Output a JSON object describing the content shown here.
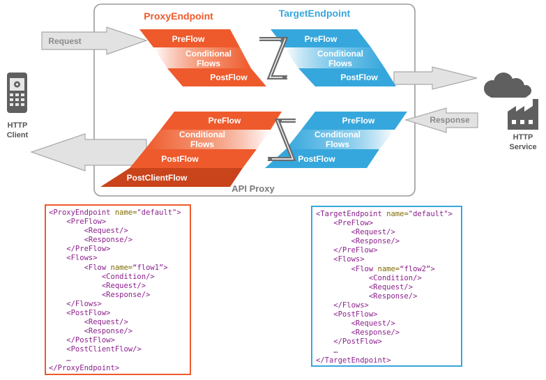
{
  "diagram": {
    "labels": {
      "proxy_endpoint": "ProxyEndpoint",
      "target_endpoint": "TargetEndpoint",
      "api_proxy": "API Proxy",
      "request": "Request",
      "response": "Response",
      "http_client": [
        "HTTP",
        "Client"
      ],
      "http_service": [
        "HTTP",
        "Service"
      ]
    },
    "proxy_request_flows": {
      "preflow": "PreFlow",
      "conditional": [
        "Conditional",
        "Flows"
      ],
      "postflow": "PostFlow"
    },
    "target_request_flows": {
      "preflow": "PreFlow",
      "conditional": [
        "Conditional",
        "Flows"
      ],
      "postflow": "PostFlow"
    },
    "proxy_response_flows": {
      "preflow": "PreFlow",
      "conditional": [
        "Conditional",
        "Flows"
      ],
      "postflow": "PostFlow",
      "postclientflow": "PostClientFlow"
    },
    "target_response_flows": {
      "preflow": "PreFlow",
      "conditional": [
        "Conditional",
        "Flows"
      ],
      "postflow": "PostFlow"
    },
    "colors": {
      "proxy_orange": "#ee5a2c",
      "proxy_dark": "#c9431b",
      "target_blue": "#36a7dc",
      "target_dark": "#2b8fc2",
      "connector_gray": "#6b6b6b",
      "arrow_fill": "#e2e2e2",
      "arrow_stroke": "#a9a9a9",
      "box_border": "#999999",
      "icon_gray": "#5f5f5f"
    },
    "icons": [
      "mobile-phone-icon",
      "cloud-icon",
      "factory-icon"
    ]
  },
  "proxy_xml": [
    [
      {
        "t": "tag",
        "v": "<ProxyEndpoint "
      },
      {
        "t": "attr",
        "v": "name="
      },
      {
        "t": "val",
        "v": "\"default\""
      },
      {
        "t": "tag",
        "v": ">"
      }
    ],
    [
      {
        "t": "tag",
        "v": "    <PreFlow>"
      }
    ],
    [
      {
        "t": "tag",
        "v": "        <Request/>"
      }
    ],
    [
      {
        "t": "tag",
        "v": "        <Response/>"
      }
    ],
    [
      {
        "t": "tag",
        "v": "    </PreFlow>"
      }
    ],
    [
      {
        "t": "tag",
        "v": "    <Flows>"
      }
    ],
    [
      {
        "t": "tag",
        "v": "        <Flow "
      },
      {
        "t": "attr",
        "v": "name="
      },
      {
        "t": "val",
        "v": "“flow1”"
      },
      {
        "t": "tag",
        "v": ">"
      }
    ],
    [
      {
        "t": "tag",
        "v": "            <Condition/>"
      }
    ],
    [
      {
        "t": "tag",
        "v": "            <Request/>"
      }
    ],
    [
      {
        "t": "tag",
        "v": "            <Response/>"
      }
    ],
    [
      {
        "t": "tag",
        "v": "    </Flows>"
      }
    ],
    [
      {
        "t": "tag",
        "v": "    <PostFlow>"
      }
    ],
    [
      {
        "t": "tag",
        "v": "        <Request/>"
      }
    ],
    [
      {
        "t": "tag",
        "v": "        <Response/>"
      }
    ],
    [
      {
        "t": "tag",
        "v": "    </PostFlow>"
      }
    ],
    [
      {
        "t": "tag",
        "v": "    <PostClientFlow/>"
      }
    ],
    [
      {
        "t": "tag",
        "v": "    …"
      }
    ],
    [
      {
        "t": "tag",
        "v": "</ProxyEndpoint>"
      }
    ]
  ],
  "target_xml": [
    [
      {
        "t": "tag",
        "v": "<TargetEndpoint "
      },
      {
        "t": "attr",
        "v": "name="
      },
      {
        "t": "val",
        "v": "\"default\""
      },
      {
        "t": "tag",
        "v": ">"
      }
    ],
    [
      {
        "t": "tag",
        "v": "    <PreFlow>"
      }
    ],
    [
      {
        "t": "tag",
        "v": "        <Request/>"
      }
    ],
    [
      {
        "t": "tag",
        "v": "        <Response/>"
      }
    ],
    [
      {
        "t": "tag",
        "v": "    </PreFlow>"
      }
    ],
    [
      {
        "t": "tag",
        "v": "    <Flows>"
      }
    ],
    [
      {
        "t": "tag",
        "v": "        <Flow "
      },
      {
        "t": "attr",
        "v": "name="
      },
      {
        "t": "val",
        "v": "“flow2”"
      },
      {
        "t": "tag",
        "v": ">"
      }
    ],
    [
      {
        "t": "tag",
        "v": "            <Condition/>"
      }
    ],
    [
      {
        "t": "tag",
        "v": "            <Request/>"
      }
    ],
    [
      {
        "t": "tag",
        "v": "            <Response/>"
      }
    ],
    [
      {
        "t": "tag",
        "v": "    </Flows>"
      }
    ],
    [
      {
        "t": "tag",
        "v": "    <PostFlow>"
      }
    ],
    [
      {
        "t": "tag",
        "v": "        <Request/>"
      }
    ],
    [
      {
        "t": "tag",
        "v": "        <Response/>"
      }
    ],
    [
      {
        "t": "tag",
        "v": "    </PostFlow>"
      }
    ],
    [
      {
        "t": "tag",
        "v": "    …"
      }
    ],
    [
      {
        "t": "tag",
        "v": "</TargetEndpoint>"
      }
    ]
  ]
}
